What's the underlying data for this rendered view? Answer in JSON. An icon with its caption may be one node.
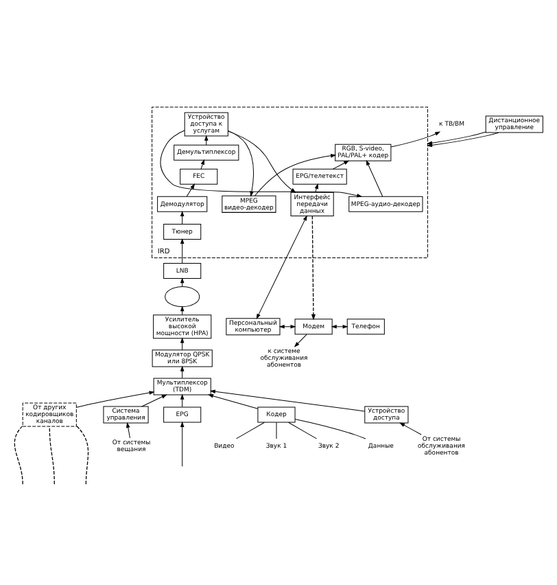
{
  "diagram": {
    "nodes": [
      {
        "text": [
          "Видео"
        ]
      },
      {
        "text": [
          "Звук 1"
        ]
      },
      {
        "text": [
          "Звук 2"
        ]
      },
      {
        "text": [
          "Данные"
        ]
      },
      {
        "text": [
          "Кодер"
        ]
      },
      {
        "text": [
          "От других кодировщиков каналов"
        ]
      },
      {
        "text": [
          "Мультиплексор (TDM)"
        ]
      },
      {
        "text": [
          "Модулятор QPSK или 8PSK"
        ]
      },
      {
        "text": [
          "Усилитель высокой мощности (HPA)"
        ]
      },
      {
        "text": [],
        "shape": "ellipse"
      },
      {
        "text": [
          "LNB"
        ]
      },
      {
        "text": [
          "IRD"
        ]
      },
      {
        "text": [
          "Тюнер"
        ],
        "in": 11
      },
      {
        "text": [
          "Демодулятор"
        ],
        "in": 11
      },
      {
        "text": [
          "FEC"
        ],
        "in": 11
      },
      {
        "text": [
          "Демультиплексор"
        ],
        "in": 11
      },
      {
        "text": [
          "Устройство доступа к услугам"
        ],
        "in": 11
      },
      {
        "text": [
          "Интерфейс передачи данных"
        ],
        "in": 11
      },
      {
        "text": [
          "MPEG видео-декодер"
        ],
        "in": 11
      },
      {
        "text": [
          "MPEG-аудио-декодер"
        ],
        "in": 11
      },
      {
        "text": [
          "EPG/телетекст"
        ],
        "in": 11
      },
      {
        "text": [
          "RGB, S-video, PAL/PAL+ кодер"
        ],
        "in": 11
      },
      {
        "text": [
          "к ТВ/ВМ"
        ]
      },
      {
        "text": [
          "Дистанционное управление"
        ]
      },
      {
        "text": [
          "Персональный компьютер"
        ]
      },
      {
        "text": [
          "Модем"
        ]
      },
      {
        "text": [
          "Телефон"
        ]
      },
      {
        "text": [
          "к системе обслуживания абонентов"
        ]
      },
      {
        "text": [
          "Система управления"
        ]
      },
      {
        "text": [
          "EPG"
        ]
      },
      {
        "text": [
          "Устройство доступа"
        ]
      },
      {
        "text": [
          "От системы вещания"
        ]
      },
      {
        "text": [
          "От системы обслуживания абонентов"
        ]
      }
    ],
    "edges": [
      {
        "from": 0,
        "to": 4,
        "arrow": "none"
      },
      {
        "from": 1,
        "to": 4,
        "arrow": "none"
      },
      {
        "from": 2,
        "to": 4,
        "arrow": "none"
      },
      {
        "from": 3,
        "to": 4,
        "arrow": "none"
      },
      {
        "from": null,
        "to": 5,
        "arrow": "none",
        "style": "dashed"
      },
      {
        "from": null,
        "to": 5,
        "arrow": "none",
        "style": "dashed"
      },
      {
        "from": null,
        "to": 5,
        "arrow": "none",
        "style": "dashed"
      },
      {
        "from": 4,
        "to": 6,
        "arrow": "to"
      },
      {
        "from": 5,
        "to": 6,
        "arrow": "to"
      },
      {
        "from": 6,
        "to": 7,
        "arrow": "to"
      },
      {
        "from": 7,
        "to": 8,
        "arrow": "to"
      },
      {
        "from": 8,
        "to": 9,
        "arrow": "to"
      },
      {
        "from": 9,
        "to": 10,
        "arrow": "to"
      },
      {
        "from": 10,
        "to": 12,
        "arrow": "to"
      },
      {
        "from": 12,
        "to": 13,
        "arrow": "to"
      },
      {
        "from": 13,
        "to": 14,
        "arrow": "to"
      },
      {
        "from": 14,
        "to": 15,
        "arrow": "to"
      },
      {
        "from": 15,
        "to": 16,
        "arrow": "to"
      },
      {
        "from": 16,
        "to": 17,
        "arrow": "to"
      },
      {
        "from": 16,
        "to": 18,
        "arrow": "to"
      },
      {
        "from": 16,
        "to": 19,
        "arrow": "to"
      },
      {
        "from": 17,
        "to": 20,
        "arrow": "to"
      },
      {
        "from": 20,
        "to": 21,
        "arrow": "to"
      },
      {
        "from": 18,
        "to": 21,
        "arrow": "to"
      },
      {
        "from": 19,
        "to": 21,
        "arrow": "to"
      },
      {
        "from": 21,
        "to": 22,
        "arrow": "to"
      },
      {
        "from": 23,
        "to": 11,
        "arrow": "to"
      },
      {
        "from": 23,
        "to": 11,
        "arrow": "to"
      },
      {
        "from": 17,
        "to": 24,
        "arrow": "both"
      },
      {
        "from": 17,
        "to": 25,
        "arrow": "to",
        "style": "dashed"
      },
      {
        "from": 24,
        "to": 25,
        "arrow": "both"
      },
      {
        "from": 25,
        "to": 26,
        "arrow": "both"
      },
      {
        "from": 25,
        "to": 27,
        "arrow": "to"
      },
      {
        "from": 31,
        "to": 28,
        "arrow": "to"
      },
      {
        "from": null,
        "to": 29,
        "arrow": "to"
      },
      {
        "from": 32,
        "to": 30,
        "arrow": "to"
      },
      {
        "from": 28,
        "to": 6,
        "arrow": "to"
      },
      {
        "from": 29,
        "to": 6,
        "arrow": "to"
      },
      {
        "from": 30,
        "to": 6,
        "arrow": "to"
      }
    ]
  }
}
